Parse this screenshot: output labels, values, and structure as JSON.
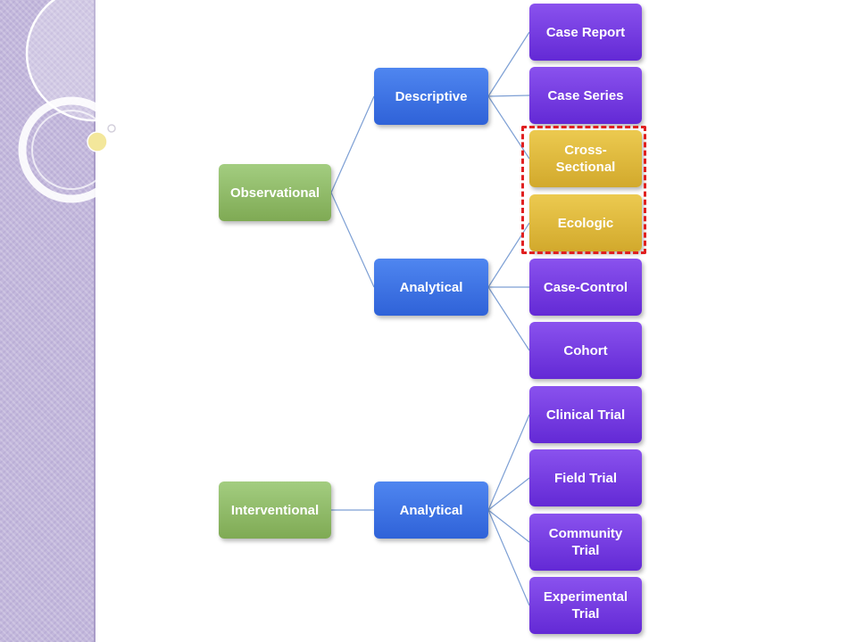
{
  "diagram": {
    "observational": {
      "label": "Observational",
      "descriptive": {
        "label": "Descriptive",
        "children": [
          "Case Report",
          "Case Series",
          "Cross-\nSectional"
        ]
      },
      "analytical": {
        "label": "Analytical",
        "children": [
          "Ecologic",
          "Case-Control",
          "Cohort"
        ]
      }
    },
    "interventional": {
      "label": "Interventional",
      "analytical": {
        "label": "Analytical",
        "children": [
          "Clinical Trial",
          "Field Trial",
          "Community\nTrial",
          "Experimental\nTrial"
        ]
      }
    }
  },
  "highlight": {
    "color": "#e02020",
    "style": "dashed",
    "items": [
      "Cross-\nSectional",
      "Ecologic"
    ]
  },
  "colors": {
    "root": "#8fba68",
    "branch": "#3b6fe3",
    "leaf": "#7038e0",
    "highlighted_leaf": "#e0b83a",
    "connector": "#7d9fd4",
    "sidebar": "#c3b8dc"
  }
}
